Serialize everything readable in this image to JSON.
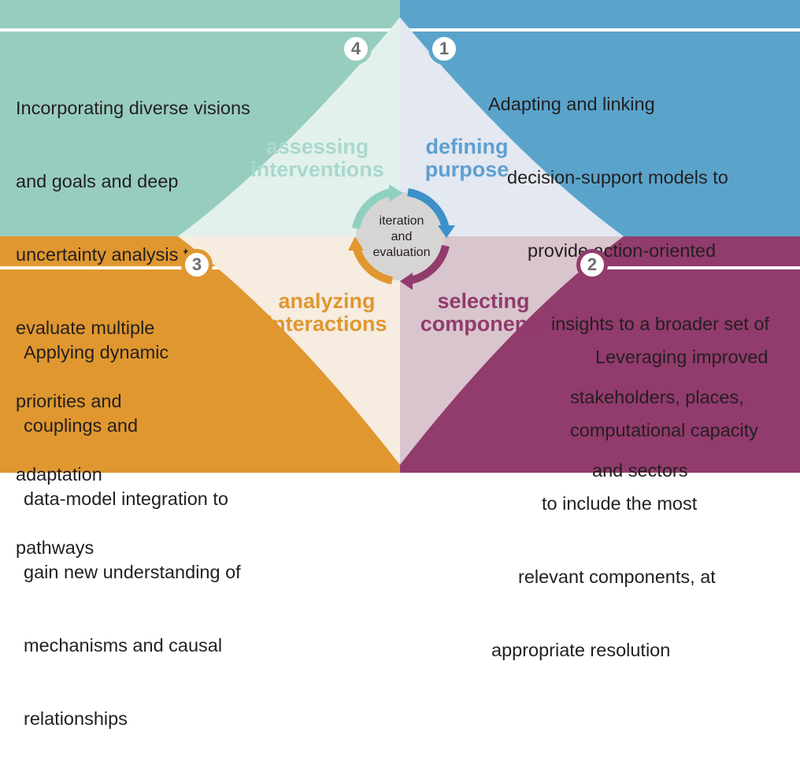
{
  "colors": {
    "teal": "#97cdbf",
    "blue": "#5aa4cc",
    "orange": "#e0972f",
    "purple": "#923b6d",
    "teal_text": "#a9d8cd",
    "blue_text": "#5f9fd1",
    "orange_text": "#e0972f",
    "purple_text": "#923b6d"
  },
  "quadrants": [
    {
      "number": "4",
      "label_lines": [
        "assessing",
        "interventions"
      ],
      "description_lines": [
        "Incorporating diverse visions",
        "and goals and deep",
        "uncertainty analysis to",
        "evaluate multiple",
        "priorities and",
        "adaptation",
        "pathways"
      ]
    },
    {
      "number": "1",
      "label_lines": [
        "defining",
        "purpose"
      ],
      "description_lines": [
        "Adapting and linking",
        "decision-support models to",
        "provide action-oriented",
        "insights to a broader set of",
        "stakeholders, places,",
        "and sectors"
      ]
    },
    {
      "number": "3",
      "label_lines": [
        "analyzing",
        "interactions"
      ],
      "description_lines": [
        "Applying dynamic",
        "couplings and",
        "data-model integration to",
        "gain new understanding of",
        "mechanisms and causal",
        "relationships"
      ]
    },
    {
      "number": "2",
      "label_lines": [
        "selecting",
        "components"
      ],
      "description_lines": [
        "Leveraging improved",
        "computational capacity",
        "to include the most",
        "relevant components, at",
        "appropriate resolution"
      ]
    }
  ],
  "center_lines": [
    "iteration",
    "and",
    "evaluation"
  ]
}
